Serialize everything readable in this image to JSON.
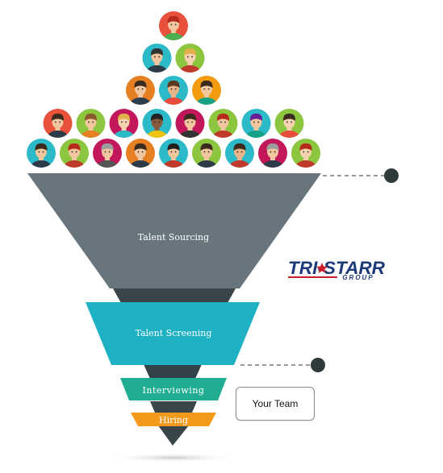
{
  "stages": [
    {
      "label": "Talent Sourcing",
      "color": "#68757d",
      "shadow": "#3a4549"
    },
    {
      "label": "Talent Screening",
      "color": "#1eb1c3",
      "shadow": "#334248"
    },
    {
      "label": "Interviewing",
      "color": "#20ad92",
      "shadow": "#3a4549"
    },
    {
      "label": "Hiring",
      "color": "#f39a1d",
      "shadow": "#3a4549"
    }
  ],
  "team_box": {
    "label": "Your Team"
  },
  "logo": {
    "main": "TRI-STARR",
    "sub": "GROUP",
    "color_primary": "#1c3a7a",
    "color_accent": "#c9202c"
  },
  "people_rows": [
    [
      {
        "bg": "#e8523c",
        "hair": "#b52a18",
        "skin": "#f2c7a0",
        "shirt": "#4caf50"
      }
    ],
    [
      {
        "bg": "#2cbac8",
        "hair": "#333333",
        "skin": "#f2c7a0",
        "shirt": "#2d3a48"
      },
      {
        "bg": "#8cc63f",
        "hair": "#e0b248",
        "skin": "#f5d2b0",
        "shirt": "#c0392b"
      }
    ],
    [
      {
        "bg": "#e67e22",
        "hair": "#3b2a1e",
        "skin": "#f2c7a0",
        "shirt": "#2c3e50"
      },
      {
        "bg": "#2cbac8",
        "hair": "#5a3a1e",
        "skin": "#e8b48a",
        "shirt": "#e74c3c"
      },
      {
        "bg": "#f39c12",
        "hair": "#3b2a1e",
        "skin": "#f2c7a0",
        "shirt": "#16a085"
      }
    ],
    [
      {
        "bg": "#e8523c",
        "hair": "#3b2a1e",
        "skin": "#f2c7a0",
        "shirt": "#2d3a48"
      },
      {
        "bg": "#8cc63f",
        "hair": "#8a5a2c",
        "skin": "#f2c7a0",
        "shirt": "#e67e22"
      },
      {
        "bg": "#c2185b",
        "hair": "#e0b248",
        "skin": "#f5d2b0",
        "shirt": "#2cbac8"
      },
      {
        "bg": "#2cbac8",
        "hair": "#222222",
        "skin": "#8a5a3c",
        "shirt": "#f1c40f"
      },
      {
        "bg": "#c2185b",
        "hair": "#3b2a1e",
        "skin": "#f2c7a0",
        "shirt": "#333333"
      },
      {
        "bg": "#8cc63f",
        "hair": "#b52a18",
        "skin": "#f2c7a0",
        "shirt": "#c0392b"
      },
      {
        "bg": "#2cbac8",
        "hair": "#6a1b9a",
        "skin": "#f2c7a0",
        "shirt": "#16a085"
      },
      {
        "bg": "#8cc63f",
        "hair": "#3b2a1e",
        "skin": "#f5d2b0",
        "shirt": "#e74c3c"
      }
    ],
    [
      {
        "bg": "#2cbac8",
        "hair": "#3b2a1e",
        "skin": "#f2c7a0",
        "shirt": "#2d3a48"
      },
      {
        "bg": "#8cc63f",
        "hair": "#b52a18",
        "skin": "#f2c7a0",
        "shirt": "#c0392b"
      },
      {
        "bg": "#c2185b",
        "hair": "#9e9e9e",
        "skin": "#f2c7a0",
        "shirt": "#555555"
      },
      {
        "bg": "#e67e22",
        "hair": "#3b2a1e",
        "skin": "#f2c7a0",
        "shirt": "#2d3a48"
      },
      {
        "bg": "#2cbac8",
        "hair": "#222222",
        "skin": "#f2c7a0",
        "shirt": "#c0392b"
      },
      {
        "bg": "#8cc63f",
        "hair": "#3b2a1e",
        "skin": "#f2c7a0",
        "shirt": "#2d3a48"
      },
      {
        "bg": "#2cbac8",
        "hair": "#3b2a1e",
        "skin": "#e8b48a",
        "shirt": "#c0392b"
      },
      {
        "bg": "#c2185b",
        "hair": "#9e9e9e",
        "skin": "#f2c7a0",
        "shirt": "#2d3a48"
      },
      {
        "bg": "#8cc63f",
        "hair": "#b52a18",
        "skin": "#f5d2b0",
        "shirt": "#c0392b"
      }
    ]
  ]
}
